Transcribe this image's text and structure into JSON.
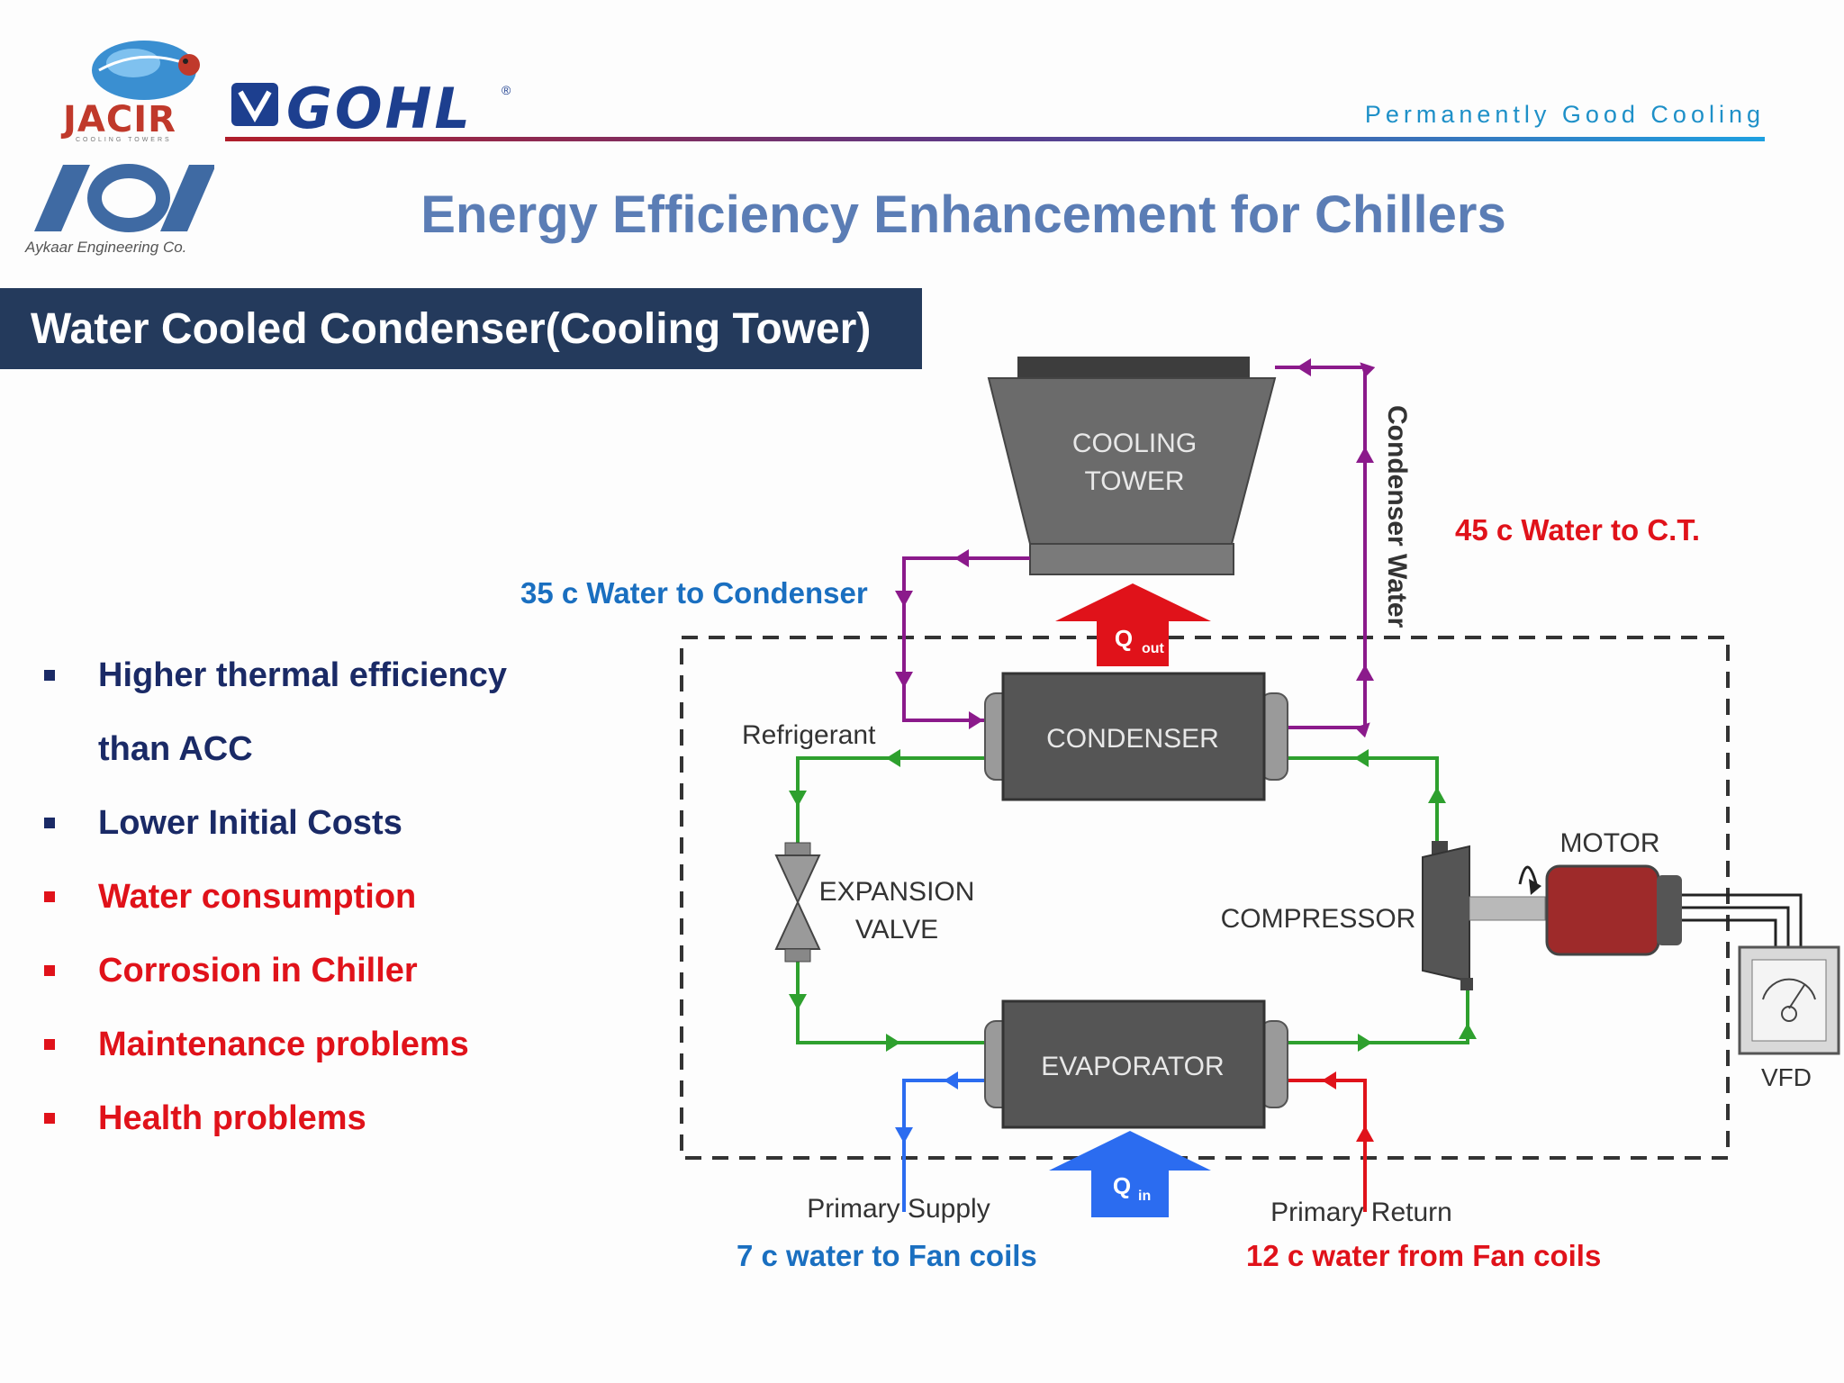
{
  "header": {
    "jacir_logo": "JACIR",
    "jacir_sub": "COOLING TOWERS",
    "gohl_logo": "GOHL",
    "gohl_reg": "®",
    "aykaar_logo": "Aykaar Engineering Co.",
    "tagline": "Permanently Good Cooling"
  },
  "title": "Energy Efficiency Enhancement for Chillers",
  "section_banner": "Water Cooled Condenser(Cooling Tower)",
  "bullets": [
    {
      "text": "Higher thermal efficiency",
      "cont": "than ACC",
      "color": "#1a2a66"
    },
    {
      "text": "Lower Initial Costs",
      "color": "#1a2a66"
    },
    {
      "text": "Water consumption",
      "color": "#e0121a"
    },
    {
      "text": "Corrosion in Chiller",
      "color": "#e0121a"
    },
    {
      "text": "Maintenance problems",
      "color": "#e0121a"
    },
    {
      "text": "Health problems",
      "color": "#e0121a"
    }
  ],
  "diagram": {
    "cooling_tower_line1": "COOLING",
    "cooling_tower_line2": "TOWER",
    "condenser": "CONDENSER",
    "evaporator": "EVAPORATOR",
    "compressor": "COMPRESSOR",
    "motor": "MOTOR",
    "vfd": "VFD",
    "expansion_line1": "EXPANSION",
    "expansion_line2": "VALVE",
    "refrigerant": "Refrigerant",
    "condenser_water": "Condenser Water",
    "q_out": "Q",
    "q_out_sub": "out",
    "q_in": "Q",
    "q_in_sub": "in",
    "primary_supply": "Primary Supply",
    "primary_return": "Primary Return"
  },
  "annotations": {
    "water_to_condenser": "35 c Water to Condenser",
    "water_to_ct": "45 c Water to C.T.",
    "water_to_fancoils": "7 c water to Fan coils",
    "water_from_fancoils": "12 c water from Fan coils"
  },
  "colors": {
    "refrigerant_line": "#2ea02e",
    "condenser_water_line": "#8b1a8b",
    "chilled_supply_line": "#2b6cf0",
    "chilled_return_line": "#e0121a",
    "banner_bg": "#243a5c",
    "title": "#5b7db5"
  }
}
